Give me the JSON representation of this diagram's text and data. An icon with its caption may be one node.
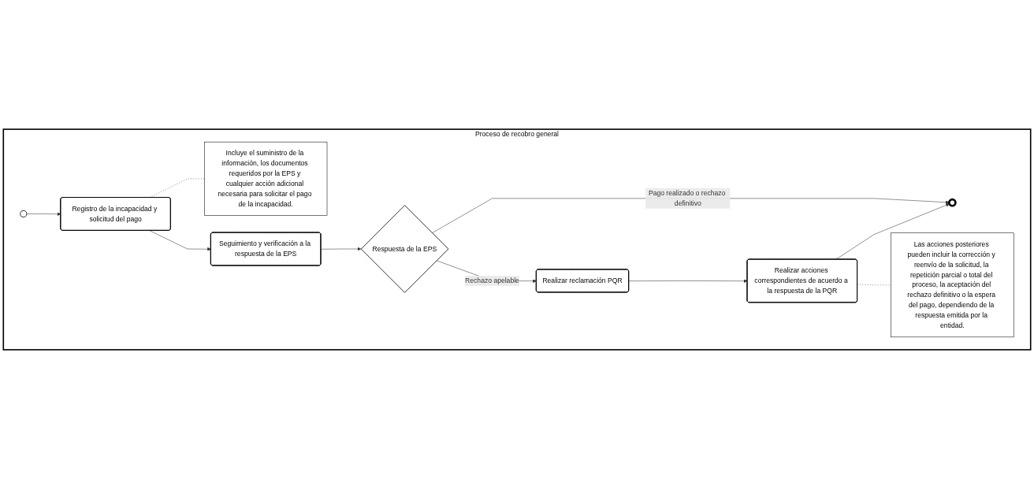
{
  "diagram": {
    "nodes": [
      {
        "text": [
          "Proceso de recobro general"
        ]
      },
      {
        "text": [],
        "shape": "circle",
        "in": 0
      },
      {
        "text": [
          "Registro de la incapacidad y solicitud del pago"
        ],
        "in": 0
      },
      {
        "text": [
          "Incluye el suministro de la información, los documentos requeridos por la EPS y cualquier acción adicional necesaria para solicitar el pago de la incapacidad."
        ],
        "in": 0
      },
      {
        "text": [
          "Seguimiento y verificación a la respuesta de la EPS"
        ],
        "in": 0
      },
      {
        "text": [
          "Respuesta de la EPS"
        ],
        "in": 0
      },
      {
        "text": [
          "Realizar reclamación PQR"
        ],
        "in": 0
      },
      {
        "text": [
          "Realizar acciones correspondientes de acuerdo a la respuesta de la PQR"
        ],
        "in": 0
      },
      {
        "text": [],
        "shape": "circle",
        "in": 0
      },
      {
        "text": [
          "Las acciones posteriores pueden incluir la corrección y reenvío de la solicitud, la repetición parcial o total del proceso, la aceptación del rechazo definitivo o la espera del pago, dependiendo de la respuesta emitida por la entidad."
        ],
        "in": 0
      }
    ],
    "edges": [
      {
        "from": 1,
        "to": 2,
        "arrow": "to"
      },
      {
        "from": 2,
        "to": 3,
        "arrow": "none",
        "style": "dashed"
      },
      {
        "from": 2,
        "to": 4,
        "arrow": "to"
      },
      {
        "from": 4,
        "to": 5,
        "arrow": "to"
      },
      {
        "from": 5,
        "to": 6,
        "arrow": "to",
        "label": "Rechazo apelable"
      },
      {
        "from": 5,
        "to": 8,
        "arrow": "to",
        "label": "Pago realizado o rechazo definitivo"
      },
      {
        "from": 6,
        "to": 7,
        "arrow": "to"
      },
      {
        "from": 7,
        "to": 8,
        "arrow": "to"
      },
      {
        "from": 7,
        "to": 9,
        "arrow": "none",
        "style": "dashed"
      }
    ]
  }
}
